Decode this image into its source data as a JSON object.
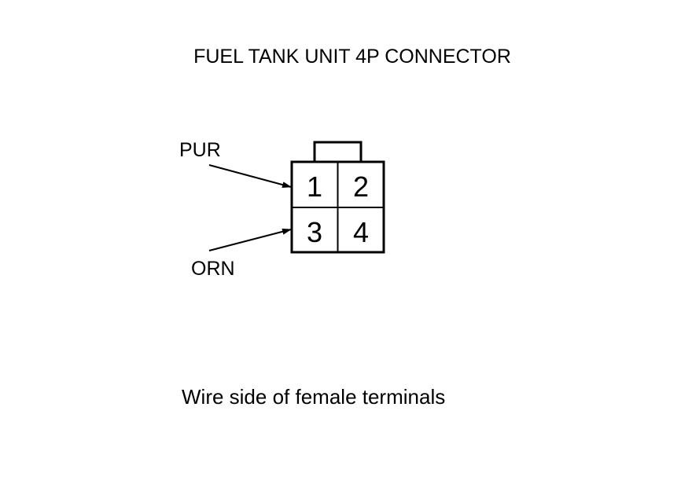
{
  "diagram": {
    "title": "FUEL TANK UNIT 4P CONNECTOR",
    "connector": {
      "pins": [
        "1",
        "2",
        "3",
        "4"
      ]
    },
    "wires": [
      {
        "label": "PUR",
        "pin": "1"
      },
      {
        "label": "ORN",
        "pin": "3"
      }
    ],
    "caption": "Wire side of female terminals",
    "colors": {
      "line": "#000000",
      "background": "#ffffff"
    }
  }
}
